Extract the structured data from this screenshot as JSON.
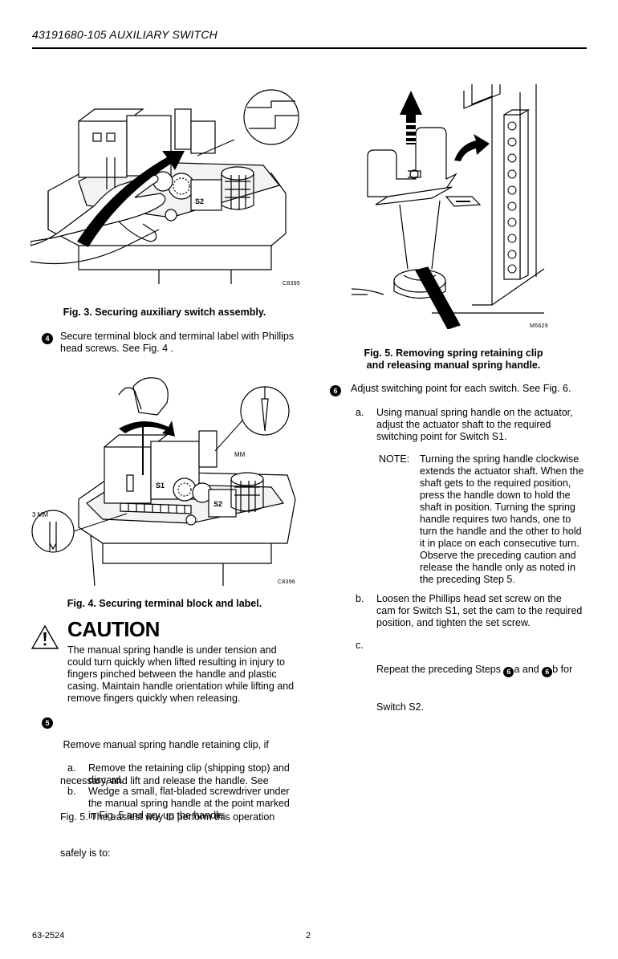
{
  "header": {
    "title": "43191680-105 AUXILIARY SWITCH"
  },
  "fig3": {
    "code": "C8395",
    "caption": "Fig. 3. Securing auxiliary switch assembly.",
    "label_s2": "S2"
  },
  "step4": {
    "num": "4",
    "text_l1": "Secure terminal block and terminal label with Phillips",
    "text_l2": "head screws. See Fig. 4 ."
  },
  "fig4": {
    "code": "C8396",
    "caption": "Fig. 4. Securing terminal block and label.",
    "label_3mm": "3 MM",
    "label_mm": "MM",
    "label_s1": "S1",
    "label_s2": "S2"
  },
  "caution": {
    "word": "CAUTION",
    "lines": [
      "The manual spring handle is under tension and",
      "could turn quickly when lifted resulting in injury to",
      "fingers pinched between the handle and plastic",
      "casing. Maintain handle orientation while lifting and",
      "remove fingers quickly when releasing."
    ]
  },
  "step5": {
    "num": "5",
    "lines": [
      " Remove manual spring handle retaining clip, if",
      "necessary, and lift and release the handle. See",
      "Fig. 5. The easiest way to perform this operation",
      "safely is to:"
    ],
    "a_marker": "a.",
    "a_lines": [
      "Remove the retaining clip (shipping stop) and",
      "discard."
    ],
    "b_marker": "b.",
    "b_lines": [
      "Wedge a small, flat-bladed screwdriver under",
      "the manual spring handle at the point marked",
      "in Fig. 5 and pry up the handle."
    ]
  },
  "fig5": {
    "code": "M6629",
    "caption_l1": "Fig. 5. Removing spring retaining clip",
    "caption_l2": "and releasing manual spring handle."
  },
  "step6": {
    "num": "6",
    "text": "Adjust switching point for each switch. See Fig. 6.",
    "a_marker": "a.",
    "a_lines": [
      "Using manual spring handle on the actuator,",
      "adjust the actuator shaft to the required",
      "switching point for Switch S1."
    ],
    "note_label": "NOTE:",
    "note_lines": [
      "Turning the spring handle clockwise",
      "extends the actuator shaft. When the",
      "shaft gets to the required position,",
      "press the handle down to hold the",
      "shaft in position. Turning the spring",
      "handle requires two hands, one to",
      "turn the handle and the other to hold",
      "it in place on each consecutive turn.",
      "Observe the preceding caution and",
      "release the handle only as noted in",
      "the preceding Step 5."
    ],
    "b_marker": "b.",
    "b_lines": [
      "Loosen the Phillips head set screw on the",
      "cam for Switch S1, set the cam to the required",
      "position, and tighten the set screw."
    ],
    "c_marker": "c.",
    "c_pre": "Repeat the preceding Steps ",
    "c_num1": "6",
    "c_mid": "a and ",
    "c_num2": "6",
    "c_post": "b for",
    "c_line2": "Switch S2."
  },
  "footer": {
    "doc_number": "63-2524",
    "page": "2"
  }
}
